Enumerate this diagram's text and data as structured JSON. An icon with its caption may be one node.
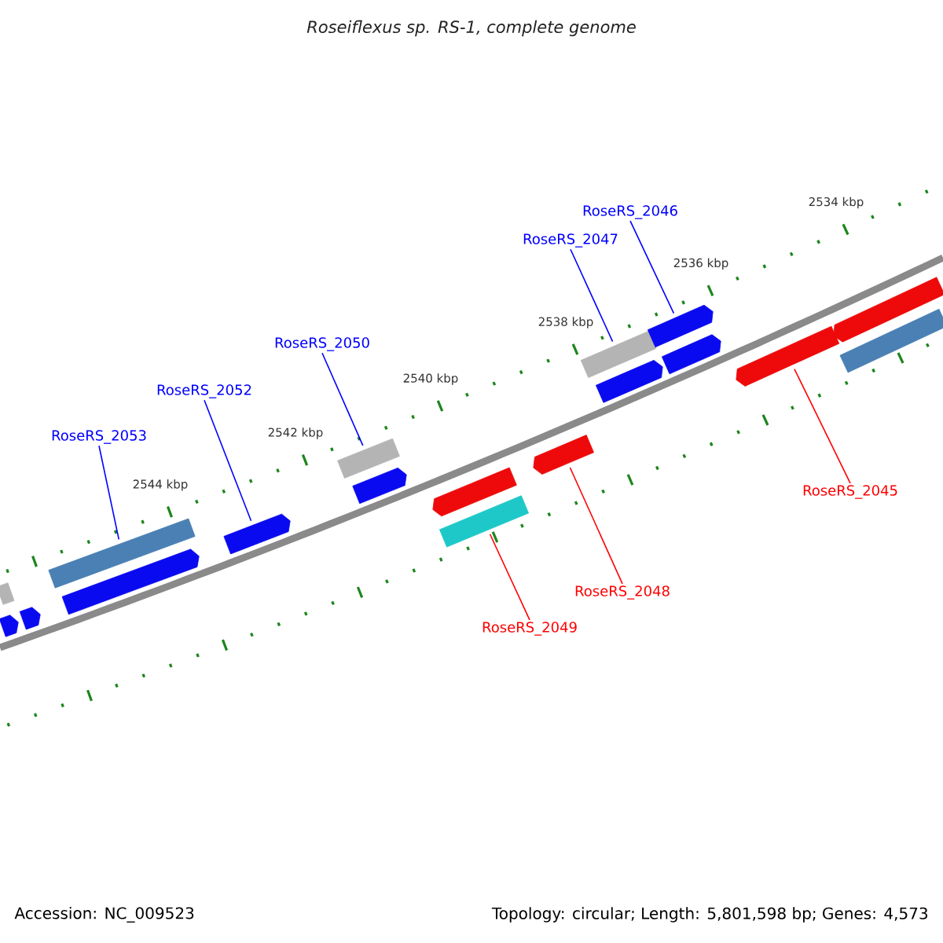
{
  "diagram": {
    "title": "*Roseiflexus sp. RS-1, complete genome*",
    "nodes": [
      {
        "text": [
          "RoseRS_2053"
        ]
      },
      {
        "text": [
          "RoseRS_2052"
        ]
      },
      {
        "text": [
          "RoseRS_2050"
        ]
      },
      {
        "text": [
          "RoseRS_2047"
        ]
      },
      {
        "text": [
          "RoseRS_2046"
        ]
      },
      {
        "text": [
          "RoseRS_2045"
        ]
      },
      {
        "text": [
          "RoseRS_2048"
        ]
      },
      {
        "text": [
          "RoseRS_2049"
        ]
      },
      {
        "text": [],
        "shape": "bar"
      },
      {
        "text": [],
        "shape": "pentagon"
      },
      {
        "text": [],
        "shape": "pentagon"
      },
      {
        "text": [],
        "shape": "bar"
      },
      {
        "text": [],
        "shape": "pentagon"
      },
      {
        "text": [],
        "shape": "pentagon"
      },
      {
        "text": [],
        "shape": "bar"
      },
      {
        "text": [],
        "shape": "pentagon"
      },
      {
        "text": [],
        "shape": "pentagon"
      },
      {
        "text": [],
        "shape": "bar"
      },
      {
        "text": [],
        "shape": "pentagon"
      },
      {
        "text": [],
        "shape": "bar"
      },
      {
        "text": [],
        "shape": "pentagon"
      },
      {
        "text": [],
        "shape": "pentagon"
      },
      {
        "text": [],
        "shape": "pentagon"
      },
      {
        "text": [],
        "shape": "pentagon"
      },
      {
        "text": [],
        "shape": "pentagon"
      },
      {
        "text": [],
        "shape": "bar"
      }
    ],
    "edges": [
      {
        "from": 0,
        "to": 11,
        "arrow": "none"
      },
      {
        "from": 1,
        "to": 13,
        "arrow": "none"
      },
      {
        "from": 2,
        "to": 14,
        "arrow": "none"
      },
      {
        "from": 3,
        "to": 19,
        "arrow": "none"
      },
      {
        "from": 4,
        "to": 21,
        "arrow": "none"
      },
      {
        "from": 5,
        "to": 23,
        "arrow": "none",
        "color": "#ff0000"
      },
      {
        "from": 6,
        "to": 18,
        "arrow": "none",
        "color": "#ff0000"
      },
      {
        "from": 7,
        "to": 17,
        "arrow": "none",
        "color": "#ff0000"
      }
    ],
    "labels": [
      "2544 kbp",
      "2542 kbp",
      "2540 kbp",
      "2538 kbp",
      "2536 kbp",
      "2534 kbp",
      "Accession: NC_009523",
      "Topology: circular; Length: 5,801,598 bp; Genes: 4,573"
    ]
  }
}
